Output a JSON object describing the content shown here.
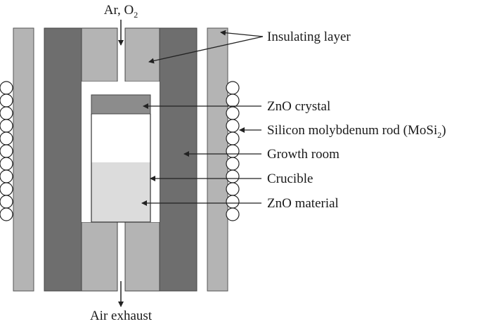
{
  "diagram": {
    "inlet_label": {
      "main": "Ar, O",
      "sub": "2"
    },
    "exhaust_label": "Air exhaust",
    "labels": {
      "insulating_layer": "Insulating layer",
      "zno_crystal": "ZnO crystal",
      "heater_rod": {
        "main": "Silicon molybdenum rod (MoSi",
        "sub": "2",
        "tail": ")"
      },
      "growth_room": "Growth room",
      "crucible": "Crucible",
      "zno_material": "ZnO material"
    },
    "colors": {
      "outer_insulation": "#b4b4b4",
      "growth_room_wall": "#6e6e6e",
      "plug": "#b4b4b4",
      "zno_crystal": "#8c8c8c",
      "zno_material": "#dcdcdc",
      "outline": "#333333",
      "leader": "#222222"
    },
    "heater_coils_per_side": 11
  }
}
